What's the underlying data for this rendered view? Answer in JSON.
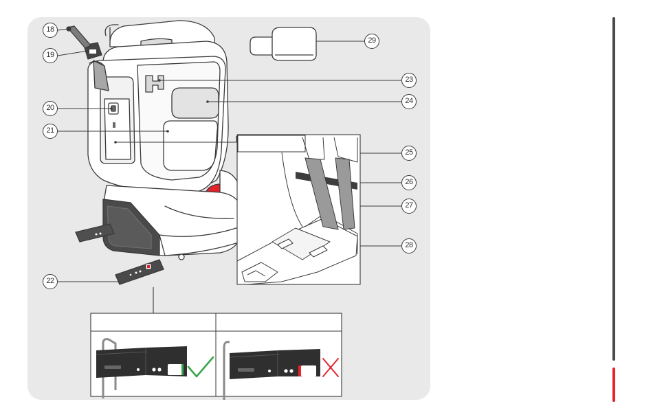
{
  "callouts": {
    "n18": "18",
    "n19": "19",
    "n20": "20",
    "n21": "21",
    "n22": "22",
    "n23": "23",
    "n24": "24",
    "n25": "25",
    "n26": "26",
    "n27": "27",
    "n28": "28",
    "n29": "29"
  },
  "indicator_states": {
    "correct": "green-check-icon",
    "incorrect": "red-cross-icon"
  },
  "colors": {
    "panel_background": "#e9e9e9",
    "outline": "#3a3a3a",
    "seat_body": "#ffffff",
    "seat_shadow": "#f0f0f0",
    "strap_gray": "#9a9a9a",
    "connector_dark": "#2f2f2f",
    "indicator_green": "#3aa64a",
    "indicator_red": "#e3242b",
    "scroll_track": "#4a4a4a",
    "scroll_accent": "#e3242b"
  }
}
